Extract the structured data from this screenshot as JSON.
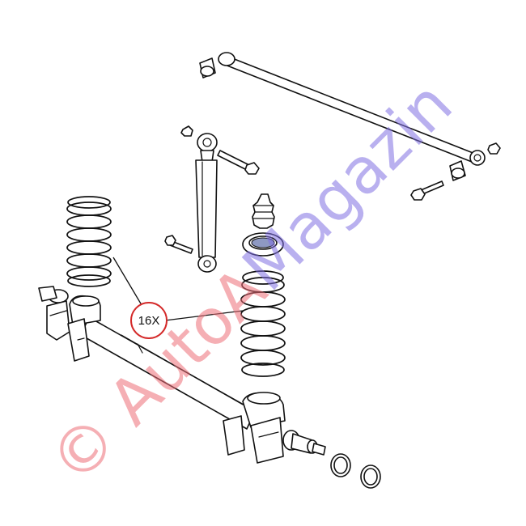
{
  "diagram": {
    "callout": {
      "label": "16X"
    },
    "watermark": {
      "part1": "© AutoA",
      "part2": "Magazin",
      "color_red": "#ec6e76",
      "color_blue": "#8070e2"
    },
    "accent_color": "#d42a2a"
  }
}
